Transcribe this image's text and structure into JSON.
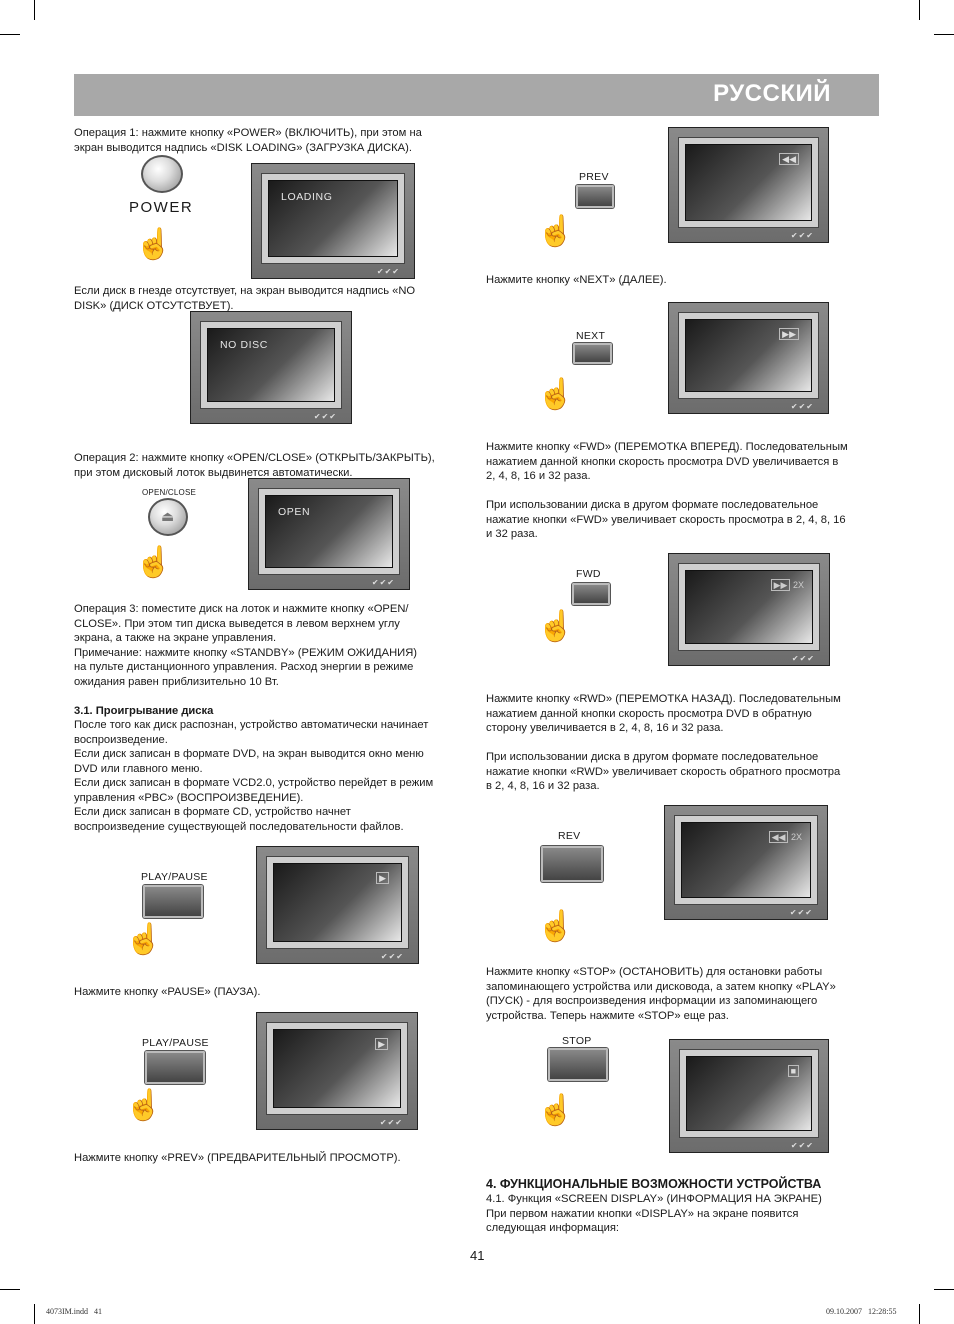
{
  "header": {
    "title": "РУССКИЙ"
  },
  "left": {
    "op1": "Операция 1: нажмите кнопку «POWER» (ВКЛЮЧИТЬ), при этом на\n      экран выводится надпись «DISK LOADING» (ЗАГРУЗКА ДИСКА).",
    "power_label": "POWER",
    "screen_loading": "LOADING",
    "no_disk": "Если диск в гнезде отсутствует, на экран выводится надпись «NO\nDISK» (ДИСК ОТСУТСТВУЕТ).",
    "screen_nodisc": "NO DISC",
    "op2": "Операция 2: нажмите кнопку «OPEN/CLOSE» (ОТКРЫТЬ/ЗАКРЫТЬ),\nпри этом дисковый лоток выдвинется автоматически.",
    "openclose_label": "OPEN/CLOSE",
    "screen_open": "OPEN",
    "op3": "Операция 3: поместите диск на лоток и нажмите кнопку «OPEN/\nCLOSE». При этом тип диска выведется в левом верхнем углу\nэкрана, а также на экране управления.\nПримечание: нажмите кнопку «STANDBY» (РЕЖИМ ОЖИДАНИЯ)\nна пульте дистанционного управления. Расход энергии в режиме\nожидания равен приблизительно 10 Вт.",
    "sec31_title": "3.1. Проигрывание диска",
    "sec31_body": "После того как диск распознан, устройство автоматически начинает\nвоспроизведение.\nЕсли диск записан в формате DVD, на экран выводится окно меню\nDVD или главного меню.\nЕсли диск записан в формате VCD2.0, устройство перейдет в режим\nуправления «PBC» (ВОСПРОИЗВЕДЕНИЕ).\nЕсли диск записан в формате CD, устройство начнет\nвоспроизведение существующей последовательности файлов.",
    "playpause_label1": "PLAY/PAUSE",
    "pause_text": "Нажмите кнопку «PAUSE» (ПАУЗА).",
    "playpause_label2": "PLAY/PAUSE",
    "prev_text": "Нажмите кнопку «PREV» (ПРЕДВАРИТЕЛЬНЫЙ ПРОСМОТР)."
  },
  "right": {
    "prev_label": "PREV",
    "next_text": "Нажмите кнопку «NEXT» (ДАЛЕЕ).",
    "next_label": "NEXT",
    "fwd_text": "Нажмите кнопку «FWD» (ПЕРЕМОТКА ВПЕРЕД). Последовательным\nнажатием данной кнопки скорость просмотра DVD увеличивается в\n2, 4, 8, 16 и 32 раза.\n\nПри использовании диска в другом формате последовательное\nнажатие кнопки «FWD» увеличивает скорость просмотра в 2, 4, 8, 16\nи 32 раза.",
    "fwd_label": "FWD",
    "fwd_speed": "2X",
    "rwd_text": "Нажмите кнопку «RWD» (ПЕРЕМОТКА НАЗАД). Последовательным\nнажатием данной кнопки скорость просмотра DVD в обратную\nсторону увеличивается в 2, 4, 8, 16 и 32 раза.\n\nПри использовании диска в другом формате последовательное\nнажатие кнопки «RWD» увеличивает скорость обратного просмотра\nв 2, 4, 8, 16 и 32 раза.",
    "rev_label": "REV",
    "rev_speed": "2X",
    "stop_text": "Нажмите кнопку «STOP» (ОСТАНОВИТЬ) для остановки работы\nзапоминающего устройства или дисковода, а затем кнопку «PLAY»\n(ПУСК) -  для воспроизведения информации из запоминающего\nустройства. Теперь нажмите «STOP» еще раз.",
    "stop_label": "STOP",
    "sec4_title": "4. ФУНКЦИОНАЛЬНЫЕ ВОЗМОЖНОСТИ УСТРОЙСТВА",
    "sec4_body": "4.1. Функция «SCREEN DISPLAY» (ИНФОРМАЦИЯ НА ЭКРАНЕ)\nПри первом нажатии кнопки «DISPLAY» на экране появится\nследующая информация:"
  },
  "page_number": "41",
  "footer": {
    "left": "4073IM.indd   41",
    "right": "09.10.2007   12:28:55"
  }
}
